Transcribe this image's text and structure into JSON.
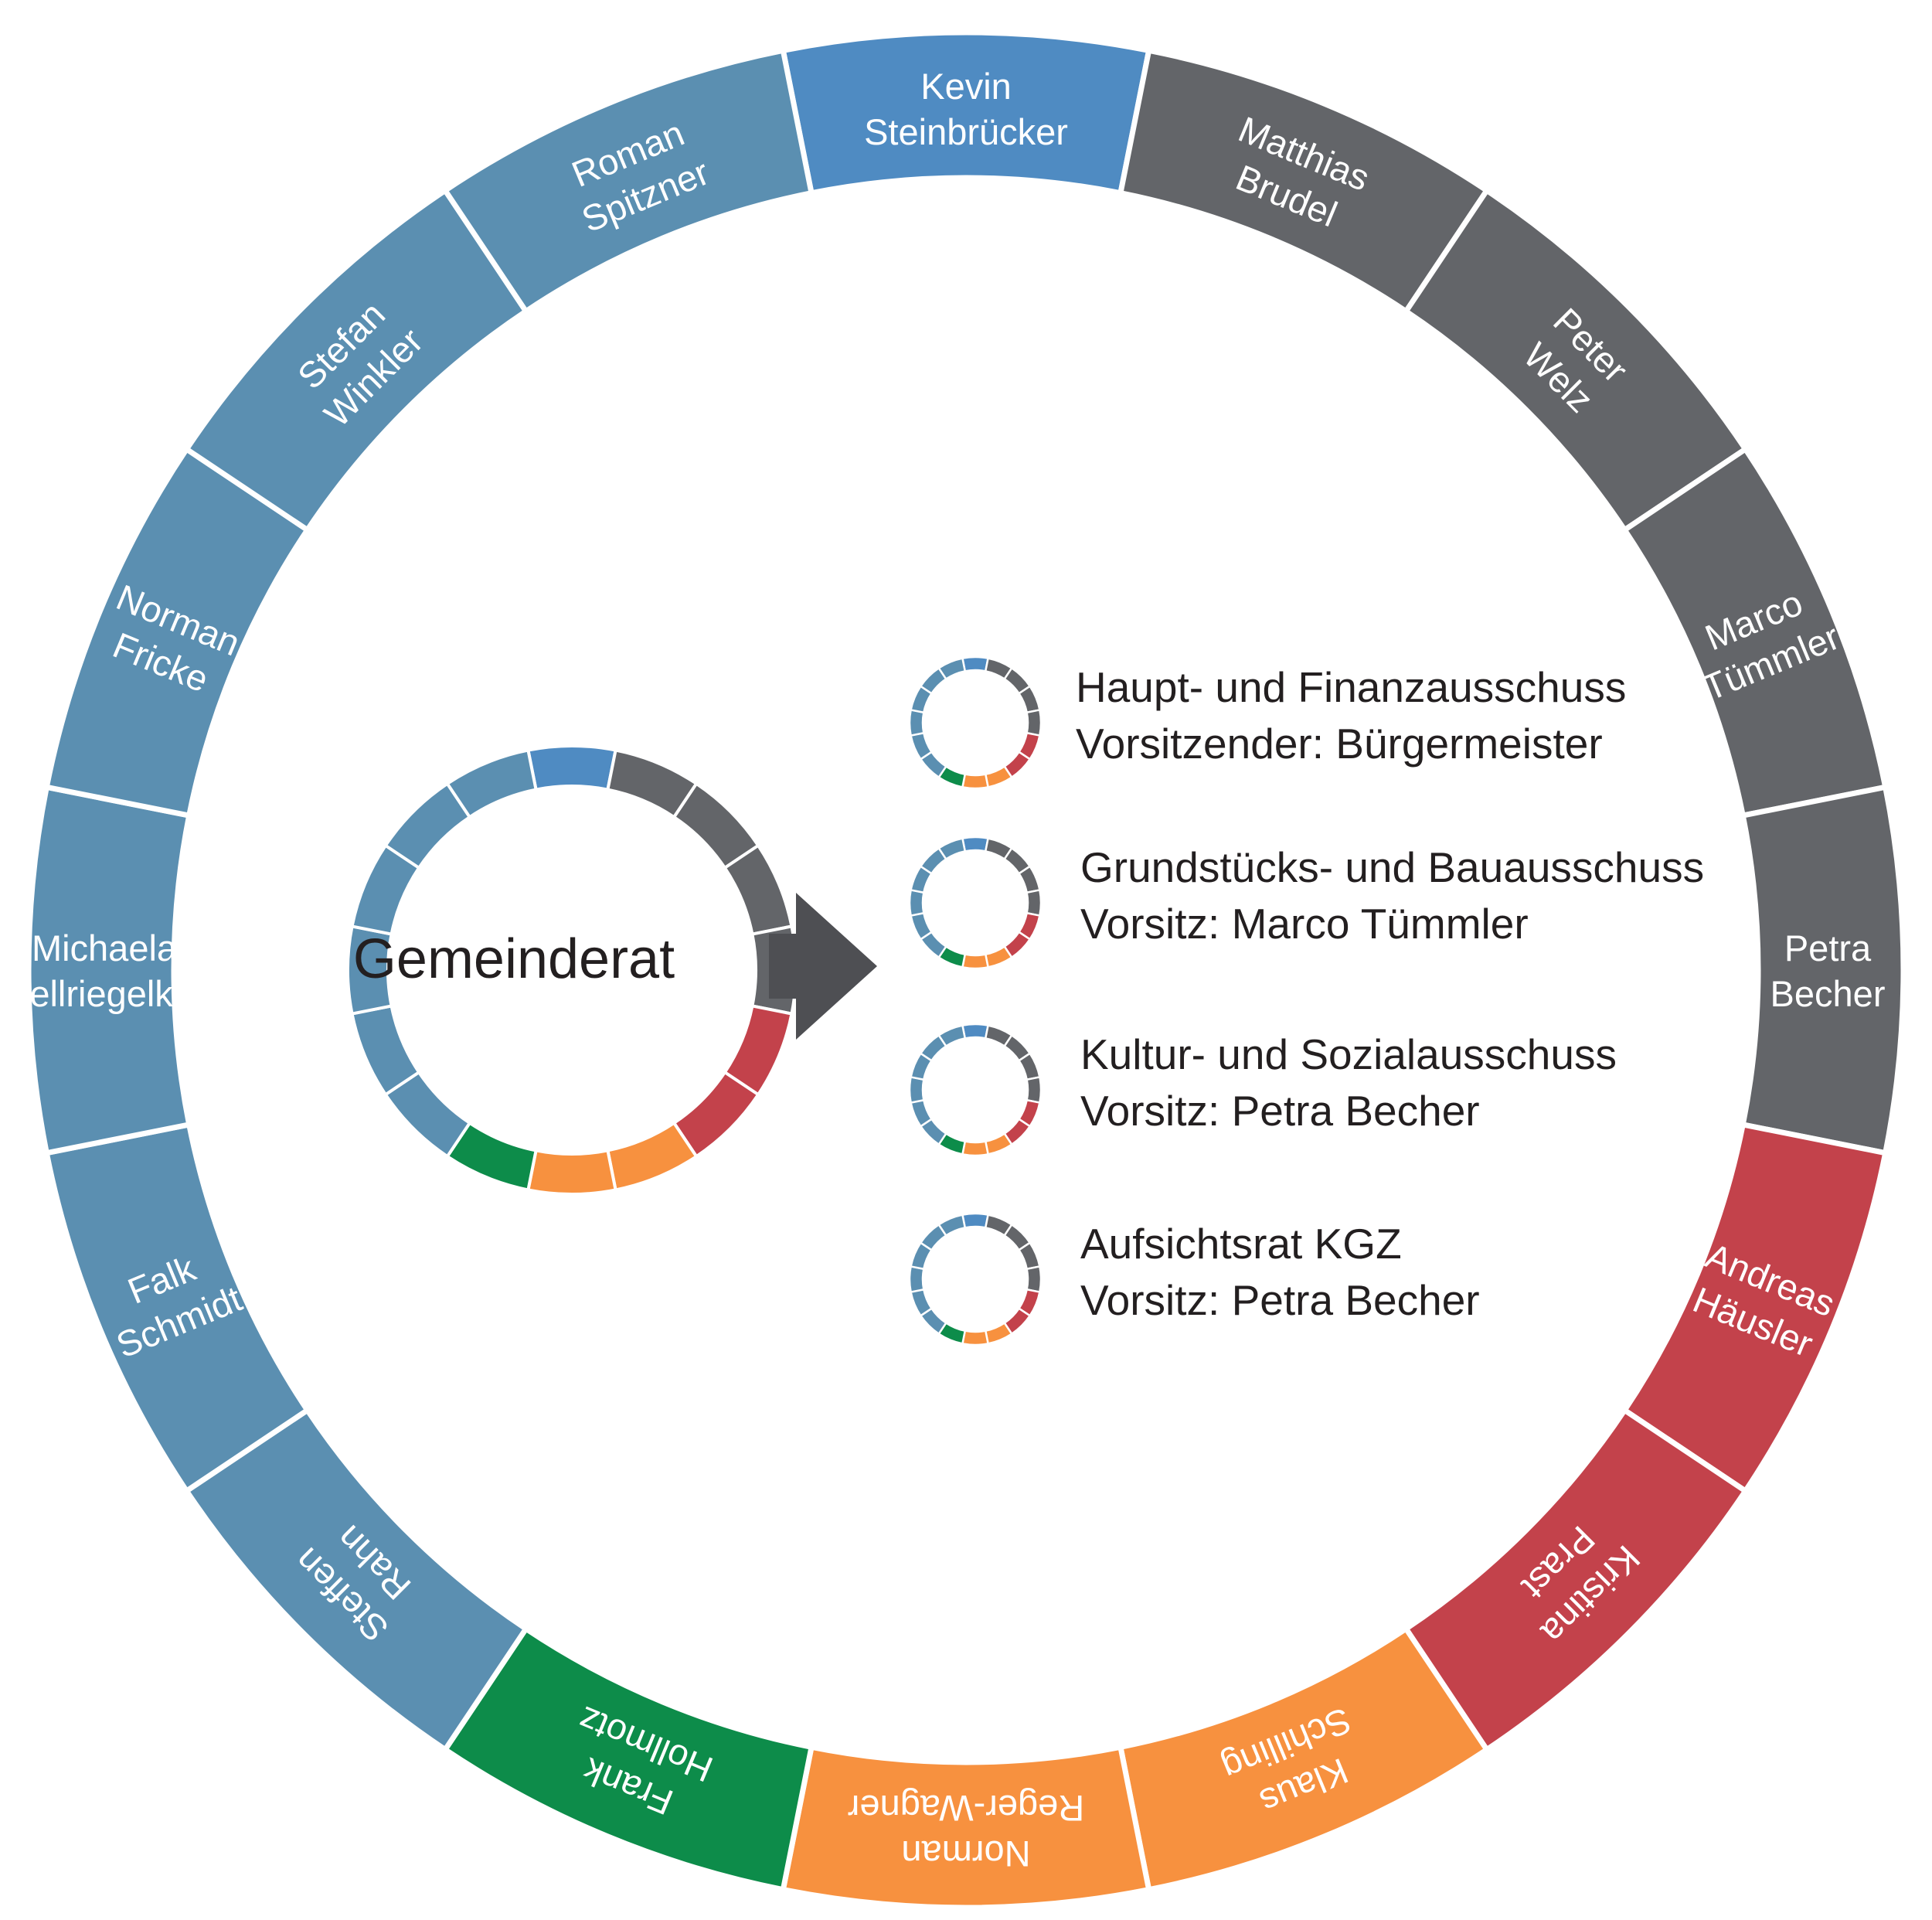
{
  "center": {
    "label": "Gemeinderat"
  },
  "colors": {
    "steelblue": "#5b8fb1",
    "blue": "#4f8bc2",
    "gray": "#636569",
    "red": "#c3424b",
    "orange": "#f7913f",
    "green": "#0d8c4a"
  },
  "seats": [
    {
      "line1": "Kevin",
      "line2": "Steinbrücker",
      "color": "#4f8bc2"
    },
    {
      "line1": "Matthias",
      "line2": "Brudel",
      "color": "#636569"
    },
    {
      "line1": "Peter",
      "line2": "Welz",
      "color": "#636569"
    },
    {
      "line1": "Marco",
      "line2": "Tümmler",
      "color": "#636569"
    },
    {
      "line1": "Petra",
      "line2": "Becher",
      "color": "#636569"
    },
    {
      "line1": "Andreas",
      "line2": "Häusler",
      "color": "#c3424b"
    },
    {
      "line1": "Kristina",
      "line2": "Prast",
      "color": "#c3424b"
    },
    {
      "line1": "Klaus",
      "line2": "Schilling",
      "color": "#f7913f"
    },
    {
      "line1": "Norman",
      "line2": "Reger-Wagner",
      "color": "#f7913f"
    },
    {
      "line1": "Frank",
      "line2": "Hollmotz",
      "color": "#0d8c4a"
    },
    {
      "line1": "Steffen",
      "line2": "Rahn",
      "color": "#5b8fb1"
    },
    {
      "line1": "Falk",
      "line2": "Schmidt",
      "color": "#5b8fb1"
    },
    {
      "line1": "Michaela",
      "line2": "Hellriegelker",
      "color": "#5b8fb1"
    },
    {
      "line1": "Norman",
      "line2": "Fricke",
      "color": "#5b8fb1"
    },
    {
      "line1": "Stefan",
      "line2": "Winkler",
      "color": "#5b8fb1"
    },
    {
      "line1": "Roman",
      "line2": "Spitzner",
      "color": "#5b8fb1"
    }
  ],
  "committees": [
    {
      "name": "Haupt- und Finanzausschuss",
      "chair": "Vorsitzender: Bürgermeister"
    },
    {
      "name": "Grundstücks- und Bauausschuss",
      "chair": "Vorsitz: Marco Tümmler"
    },
    {
      "name": "Kultur- und Sozialausschuss",
      "chair": "Vorsitz: Petra Becher"
    },
    {
      "name": "Aufsichtsrat KGZ",
      "chair": "Vorsitz: Petra Becher"
    }
  ]
}
